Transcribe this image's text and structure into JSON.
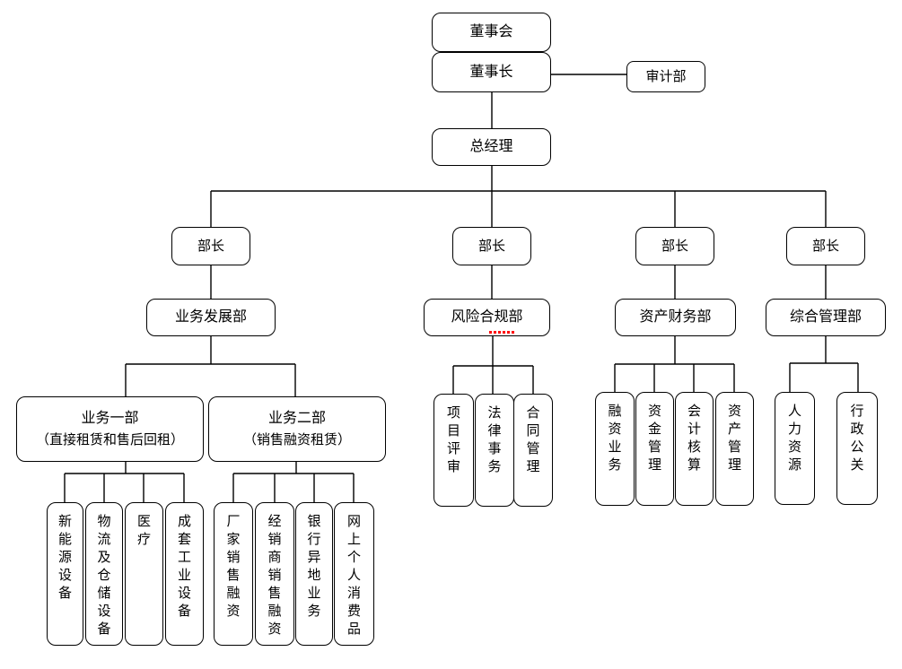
{
  "diagram": {
    "board": "董事会",
    "chairman": "董事长",
    "audit_department": "审计部",
    "general_manager": "总经理",
    "branches": [
      {
        "minister": "部长",
        "department": "业务发展部",
        "sub_departments": [
          {
            "name": "业务一部",
            "note": "（直接租赁和售后回租）",
            "children": [
              "新能源设备",
              "物流及仓储设备",
              "医疗",
              "成套工业设备"
            ]
          },
          {
            "name": "业务二部",
            "note": "（销售融资租赁）",
            "children": [
              "厂家销售融资",
              "经销商销售融资",
              "银行异地业务",
              "网上个人消费品"
            ]
          }
        ]
      },
      {
        "minister": "部长",
        "department": "风险合规部",
        "children": [
          "项目评审",
          "法律事务",
          "合同管理"
        ]
      },
      {
        "minister": "部长",
        "department": "资产财务部",
        "children": [
          "融资业务",
          "资金管理",
          "会计核算",
          "资产管理"
        ]
      },
      {
        "minister": "部长",
        "department": "综合管理部",
        "children": [
          "人力资源",
          "行政公关"
        ]
      }
    ]
  },
  "colors": {
    "background": "#ffffff",
    "line": "#000000",
    "box_border": "#000000",
    "box_fill": "#ffffff",
    "spellcheck_squiggle": "#ff0000"
  }
}
